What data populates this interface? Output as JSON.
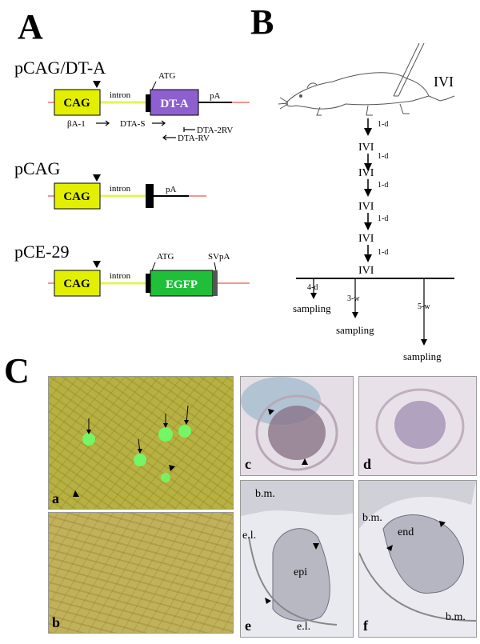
{
  "panel_labels": {
    "a": "A",
    "b": "B",
    "c": "C"
  },
  "constructs": [
    {
      "name": "pCAG/DT-A",
      "promoter": "CAG",
      "intron": "intron",
      "start": "ATG",
      "gene": "DT-A",
      "polya": "pA",
      "primers": {
        "beta": "βA-1",
        "dtas": "DTA-S",
        "dta2rv": "DTA-2RV",
        "dtarv": "DTA-RV"
      }
    },
    {
      "name": "pCAG",
      "promoter": "CAG",
      "intron": "intron",
      "polya": "pA"
    },
    {
      "name": "pCE-29",
      "promoter": "CAG",
      "intron": "intron",
      "start": "ATG",
      "gene": "EGFP",
      "polya": "SVpA"
    }
  ],
  "timeline": {
    "injection_label": "IVI",
    "interval": "1-d",
    "steps": [
      "IVI",
      "IVI",
      "IVI",
      "IVI",
      "IVI"
    ],
    "samplings": [
      {
        "interval": "4-d",
        "label": "sampling"
      },
      {
        "interval": "3-w",
        "label": "sampling"
      },
      {
        "interval": "5-w",
        "label": "sampling"
      }
    ]
  },
  "photos": {
    "a": "a",
    "b": "b",
    "c": "c",
    "d": "d",
    "e": "e",
    "f": "f",
    "e_annotations": {
      "bm": "b.m.",
      "el_left": "e.l.",
      "epi": "epi",
      "el_bottom": "e.l."
    },
    "f_annotations": {
      "bm_top": "b.m.",
      "end": "end",
      "bm_bottom": "b.m."
    }
  },
  "colors": {
    "promoter": "#e2f000",
    "intron": "#e4f35a",
    "dta": "#8e5fcf",
    "egfp": "#1fbf3a",
    "redline": "#e0301e",
    "micro_bg": "#b7b142",
    "micro_bg2": "#c0b25a",
    "histo_bg": "#eadde4"
  }
}
